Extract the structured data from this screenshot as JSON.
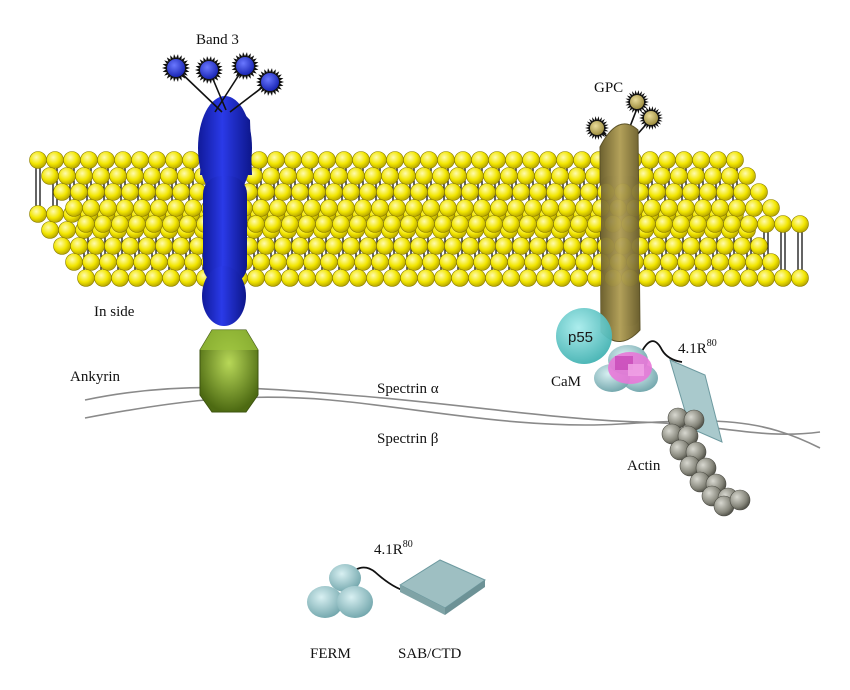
{
  "labels": {
    "band3": "Band 3",
    "gpc": "GPC",
    "inside": "In side",
    "ankyrin": "Ankyrin",
    "spectrin_alpha": "Spectrin α",
    "spectrin_beta": "Spectrin β",
    "p55": "p55",
    "cam": "CaM",
    "protein41r_main": "4.1R",
    "protein41r_main_sup": "80",
    "actin": "Actin",
    "protein41r_domain": "4.1R",
    "protein41r_domain_sup": "80",
    "ferm": "FERM",
    "sab_ctd": "SAB/CTD"
  },
  "colors": {
    "lipid_head": "#f2e600",
    "band3": "#1f2fd0",
    "gpc": "#9a8a4a",
    "ankyrin": "#7fa42a",
    "p55": "#6ecfcf",
    "cam": "#e070d0",
    "protein41r": "#9fc4c8",
    "actin": "#8a8a80"
  }
}
